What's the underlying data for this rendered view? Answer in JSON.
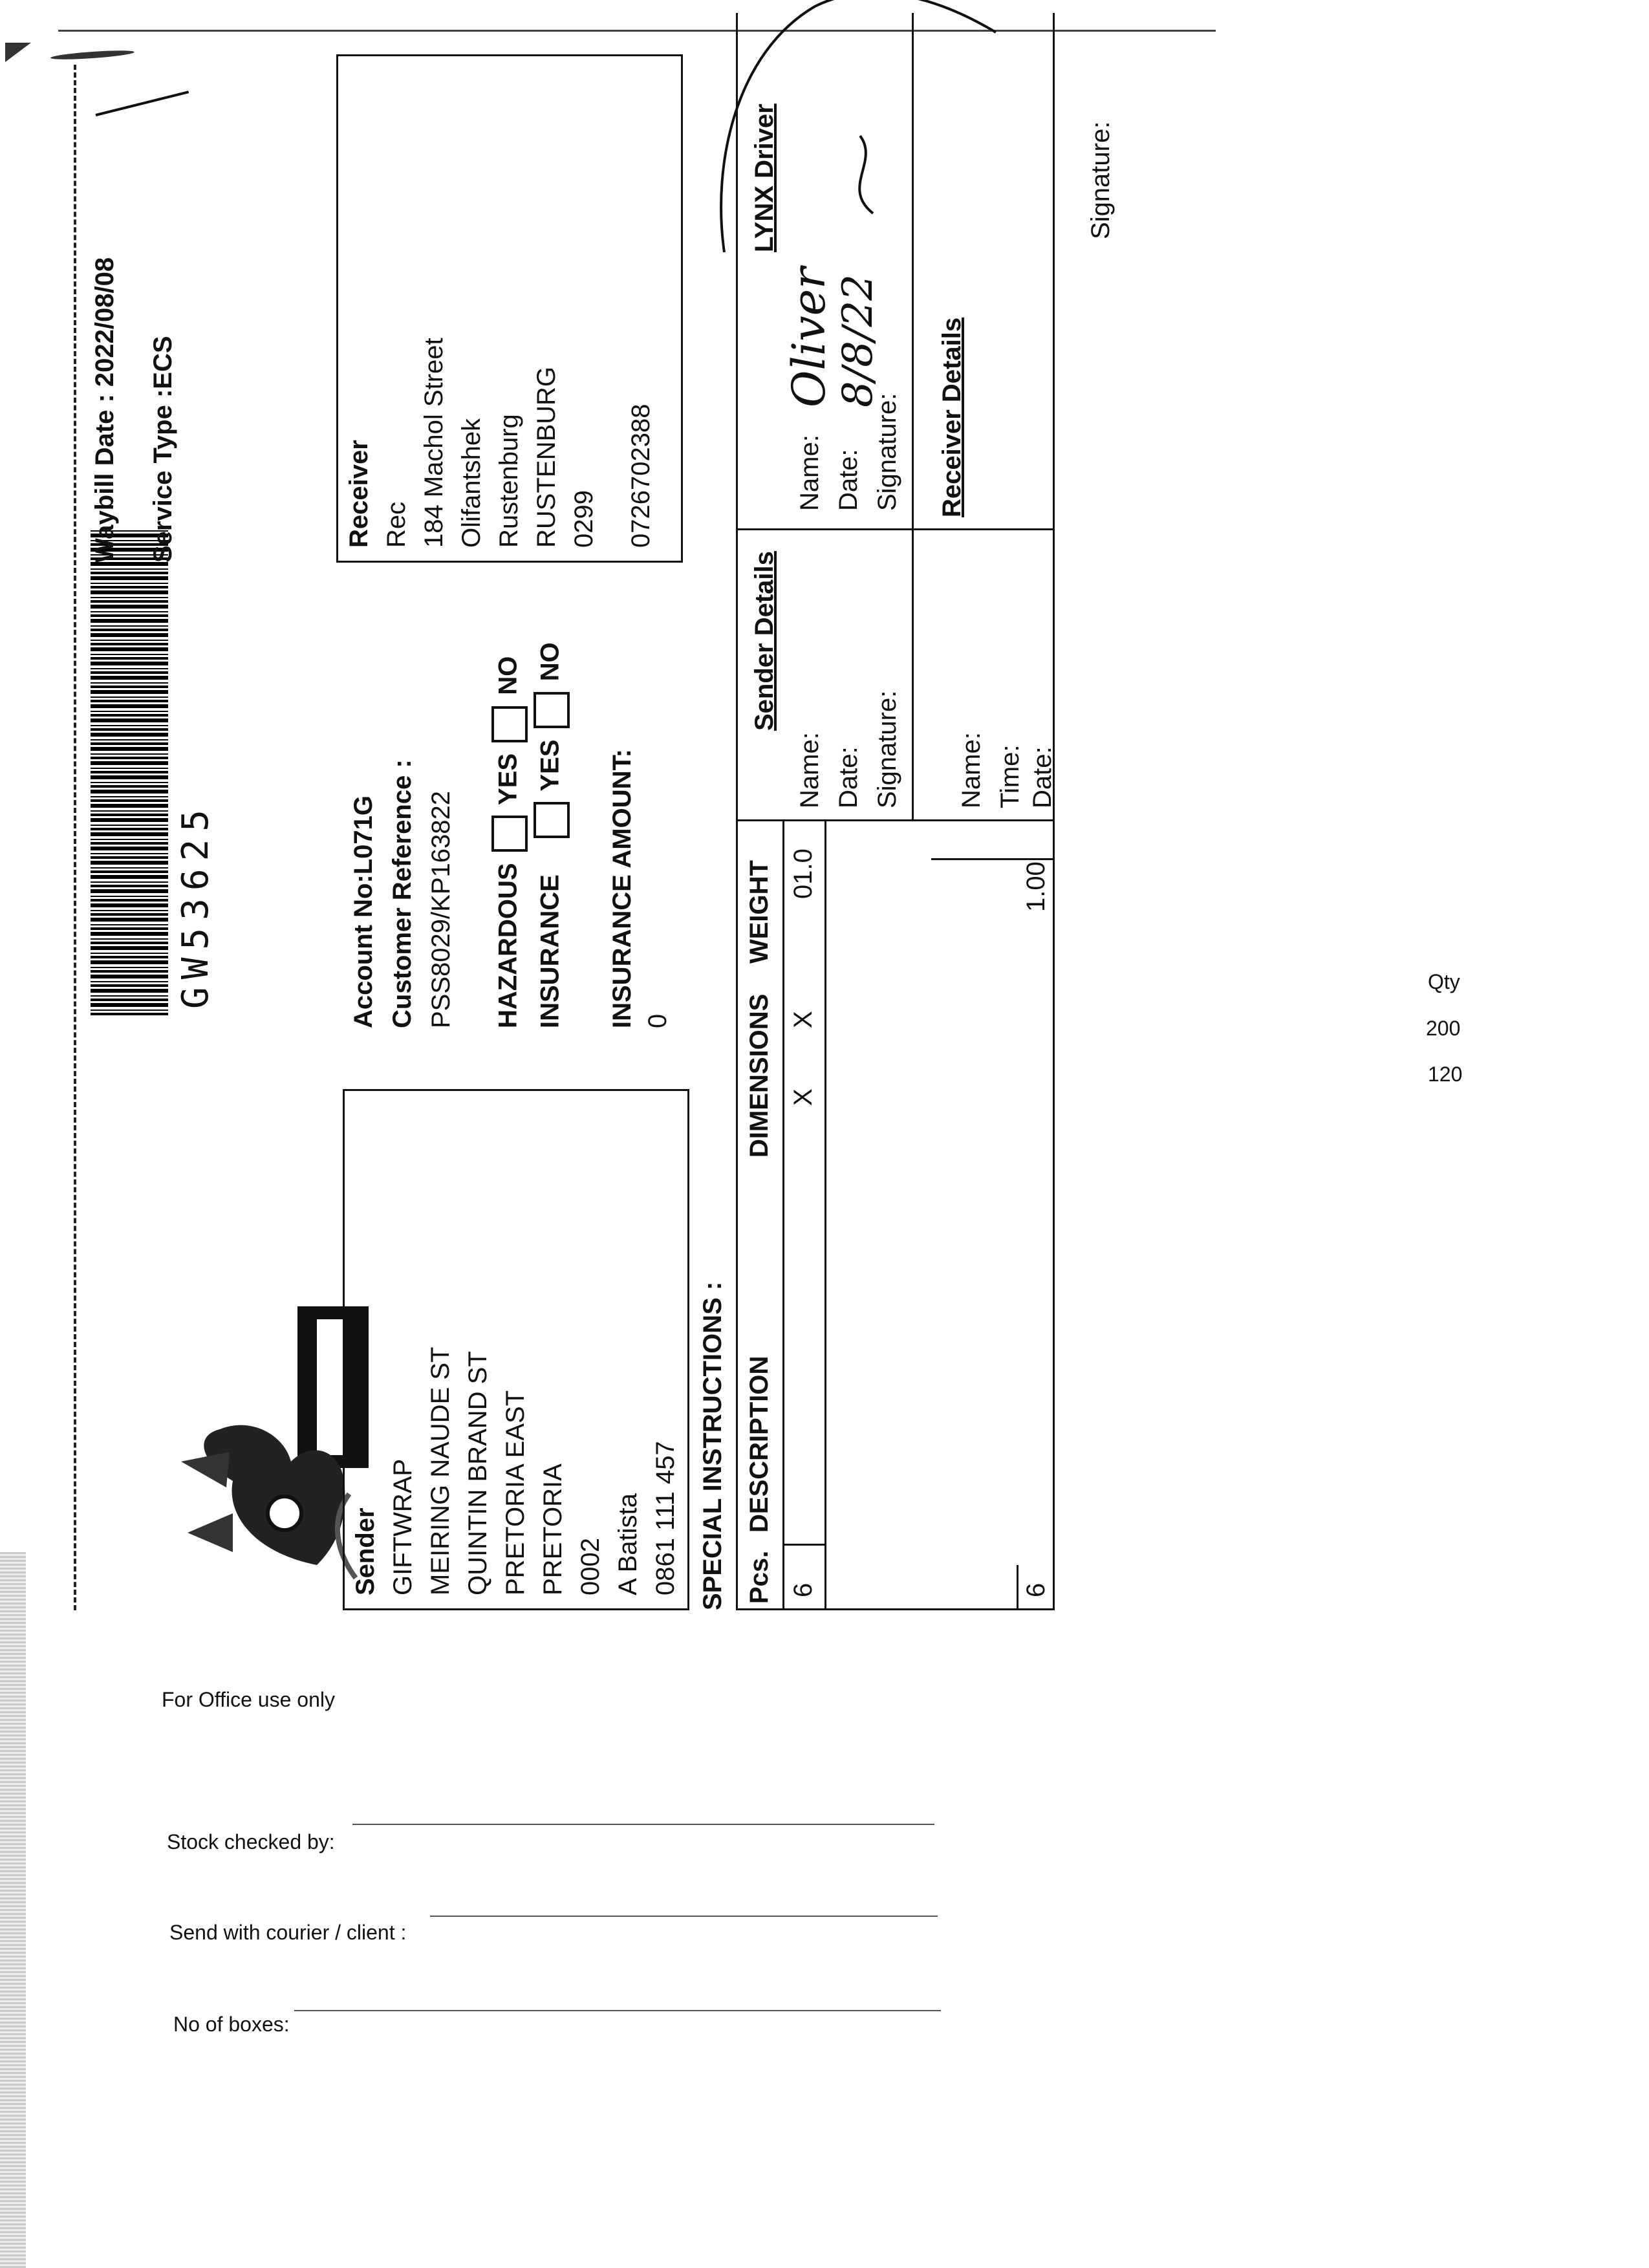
{
  "header": {
    "waybill_date": "Waybill Date : 2022/08/08",
    "service_type": "Service Type :ECS",
    "barcode_number": "GW53625"
  },
  "sender": {
    "heading": "Sender",
    "lines": [
      "GIFTWRAP",
      "MEIRING NAUDE ST",
      "QUINTIN BRAND ST",
      "PRETORIA EAST",
      "PRETORIA",
      "0002",
      "A Batista",
      "0861 111 457"
    ]
  },
  "account": {
    "account_no": "Account No:L071G",
    "customer_reference_label": "Customer Reference :",
    "customer_reference": "PSS8029/KP163822",
    "hazardous_label": "HAZARDOUS",
    "insurance_label": "INSURANCE",
    "yes_label": "YES",
    "no_label": "NO",
    "insurance_amount_label": "INSURANCE AMOUNT:",
    "insurance_amount": "0"
  },
  "receiver": {
    "heading": "Receiver",
    "lines": [
      "Rec",
      "184 Machol Street",
      "Olifantshek",
      "Rustenburg",
      "RUSTENBURG",
      "0299"
    ],
    "phone": "0726702388"
  },
  "special_instructions": "SPECIAL INSTRUCTIONS :",
  "items_table": {
    "headers": [
      "Pcs.",
      "DESCRIPTION",
      "DIMENSIONS",
      "WEIGHT"
    ],
    "row": {
      "pcs": "6",
      "dim1": "X",
      "dim2": "X",
      "weight": "01.0"
    },
    "total": {
      "pcs": "6",
      "weight": "1.00"
    }
  },
  "sender_details": {
    "heading": "Sender Details",
    "name_label": "Name:",
    "date_label": "Date:",
    "signature_label": "Signature:"
  },
  "lynx_driver": {
    "heading": "LYNX Driver",
    "name_label": "Name:",
    "date_label": "Date:",
    "signature_label": "Signature:",
    "handwritten_name": "Oliver",
    "handwritten_date": "8/8/22"
  },
  "receiver_details": {
    "heading": "Receiver Details",
    "name_label": "Name:",
    "time_label": "Time:",
    "date_label": "Date:",
    "signature_label": "Signature:"
  },
  "office": {
    "title": "For Office use only",
    "stock_checked": "Stock checked by:",
    "send_with": "Send with courier / client :",
    "no_of_boxes": "No of boxes:"
  },
  "qty": {
    "label": "Qty",
    "values": [
      "200",
      "120"
    ]
  }
}
